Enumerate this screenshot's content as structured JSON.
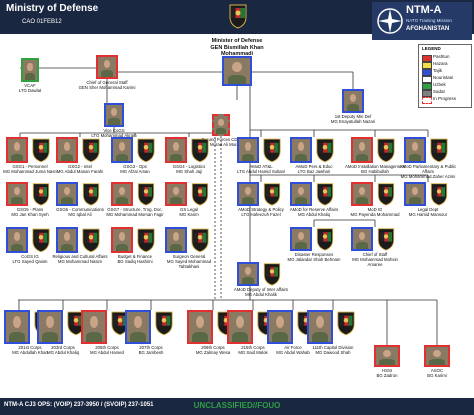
{
  "header": {
    "title": "Ministry of Defense",
    "subtitle": "CAO 01FEB12"
  },
  "ntm": {
    "title": "NTM-A",
    "subtitle": "NATO Training Mission",
    "country": "AFGHANISTAN"
  },
  "legend": {
    "title": "LEGEND",
    "items": [
      {
        "label": "Pashtun",
        "color": "#e03030"
      },
      {
        "label": "Hazara",
        "color": "#f0e040"
      },
      {
        "label": "Tajik",
        "color": "#2f4fd8"
      },
      {
        "label": "Nouristani",
        "color": "#ffffff"
      },
      {
        "label": "Uzbek",
        "color": "#30a040"
      },
      {
        "label": "Sadat",
        "color": "#808080"
      },
      {
        "label": "In Progress",
        "color": "#ffffff"
      }
    ]
  },
  "nodes": [
    {
      "id": "minister",
      "lines": [
        "Minister of Defense",
        "GEN Bismillah Khan Mohammadi"
      ],
      "ethnic": "Tajik"
    },
    {
      "id": "vcaf",
      "lines": [
        "VCAF",
        "LTG Dawlat"
      ],
      "ethnic": "Uzbek"
    },
    {
      "id": "chief",
      "lines": [
        "Chief of General Staff",
        "GEN Sher Mohammad Karimi"
      ],
      "ethnic": "Pashtun"
    },
    {
      "id": "vice",
      "lines": [
        "Vice CoGS",
        "LTG Mohammad Akram"
      ],
      "ethnic": "Tajik"
    },
    {
      "id": "gfc",
      "lines": [
        "Ground Forces CDR",
        "LTG Murad Ali Murad"
      ],
      "ethnic": "In Progress"
    },
    {
      "id": "deputy1",
      "lines": [
        "1st Deputy Min Def",
        "MG Enayatullah Nazari"
      ],
      "ethnic": "Tajik"
    },
    {
      "id": "gs1",
      "lines": [
        "GSG1 - Personnel",
        "MG Mohammad Juma Nasri"
      ],
      "ethnic": "Pashtun"
    },
    {
      "id": "gs2",
      "lines": [
        "GSG2 - Intel",
        "MG Abdul Manan Farahi"
      ],
      "ethnic": "Pashtun"
    },
    {
      "id": "gs3",
      "lines": [
        "GSG3 - Ops",
        "MG Afzal Aman"
      ],
      "ethnic": "Tajik"
    },
    {
      "id": "gs4",
      "lines": [
        "GSG4 - Logistics",
        "MG Shah Jaji"
      ],
      "ethnic": "Pashtun"
    },
    {
      "id": "gs5",
      "lines": [
        "GSG5 - Plans",
        "MG Jan Khan Syeh"
      ],
      "ethnic": "Pashtun"
    },
    {
      "id": "gs6",
      "lines": [
        "GSG6 - Communications",
        "MG Iqbal Ali"
      ],
      "ethnic": "Tajik"
    },
    {
      "id": "gs7",
      "lines": [
        "GSG7 - Structure, Trng, Doc.",
        "MG Mohammad Moman Fagir"
      ],
      "ethnic": "Pashtun"
    },
    {
      "id": "gsk",
      "lines": [
        "GS Legal",
        "MG Karim"
      ],
      "ethnic": "Pashtun"
    },
    {
      "id": "cogs_ig",
      "lines": [
        "CoGS IG",
        "LTG Sayed Qasim"
      ],
      "ethnic": "Tajik"
    },
    {
      "id": "religious",
      "lines": [
        "Religious and Cultural Affairs",
        "MG Mohammad Nasim"
      ],
      "ethnic": "Tajik"
    },
    {
      "id": "budget",
      "lines": [
        "Budget & Finance",
        "BG Sadiq Hashimi"
      ],
      "ethnic": "Pashtun"
    },
    {
      "id": "surgeon",
      "lines": [
        "Surgeon General",
        "MG Sayed Mohammad Tahtakhani"
      ],
      "ethnic": "Tajik"
    },
    {
      "id": "atkd",
      "lines": [
        "AMoD AT&L",
        "LTG Abdul Hamid Sultani"
      ],
      "ethnic": "Tajik"
    },
    {
      "id": "pers",
      "lines": [
        "AMoD Pers & Educ",
        "LTG Baz Jawhari"
      ],
      "ethnic": "Tajik"
    },
    {
      "id": "install",
      "lines": [
        "AMoD Installation Management",
        "BG Habibullah"
      ],
      "ethnic": "Pashtun"
    },
    {
      "id": "parl",
      "lines": [
        "AMoD Parliamentary & Public Affairs",
        "MG Mohammad Zaher Azimi"
      ],
      "ethnic": "Tajik"
    },
    {
      "id": "strat",
      "lines": [
        "AMoD Strategy & Policy",
        "LTG Hafeezuh Fazel"
      ],
      "ethnic": "Tajik"
    },
    {
      "id": "reserve",
      "lines": [
        "AMoD for Reserve Affairs",
        "MG Abdul Khaliq"
      ],
      "ethnic": "Tajik"
    },
    {
      "id": "moDig",
      "lines": [
        "MoD IG",
        "MG Payenda Mohammad"
      ],
      "ethnic": "Pashtun"
    },
    {
      "id": "legal",
      "lines": [
        "Legal Dept",
        "MG Hamid Mansour"
      ],
      "ethnic": "Tajik"
    },
    {
      "id": "disaster",
      "lines": [
        "Disaster Responses",
        "MG Jalandar Shah Behnam"
      ],
      "ethnic": "Tajik"
    },
    {
      "id": "chiefstaff",
      "lines": [
        "Chief of Staff",
        "MG Mohammad Mohsin Amaree"
      ],
      "ethnic": "Tajik"
    },
    {
      "id": "deputyint",
      "lines": [
        "AMoD Deputy of Inter affairs",
        "MG Abdul Khalik"
      ],
      "ethnic": "Tajik"
    },
    {
      "id": "c201",
      "lines": [
        "201st Corps",
        "MG Abdullah Khan"
      ],
      "ethnic": "Tajik"
    },
    {
      "id": "c203",
      "lines": [
        "203rd Corps",
        "MG Abdul Khaliq"
      ],
      "ethnic": "Tajik"
    },
    {
      "id": "c205",
      "lines": [
        "205th Corps",
        "MG Abdul Hamed"
      ],
      "ethnic": "Pashtun"
    },
    {
      "id": "c207",
      "lines": [
        "207th Corps",
        "BG Jambesh"
      ],
      "ethnic": "Tajik"
    },
    {
      "id": "c209",
      "lines": [
        "209th Corps",
        "MG Zalmay Wesa"
      ],
      "ethnic": "Pashtun"
    },
    {
      "id": "c215",
      "lines": [
        "215th Corps",
        "MG Said Malok"
      ],
      "ethnic": "Pashtun"
    },
    {
      "id": "af",
      "lines": [
        "Air Force",
        "MG Abdul Wahab"
      ],
      "ethnic": "Tajik"
    },
    {
      "id": "c111",
      "lines": [
        "111th Capitol Division",
        "MG Dawood Shah"
      ],
      "ethnic": "Tajik"
    },
    {
      "id": "hssi",
      "lines": [
        "HSSI",
        "BG Zadron"
      ],
      "ethnic": "Pashtun"
    },
    {
      "id": "asoc",
      "lines": [
        "ASOC",
        "BG Karimi"
      ],
      "ethnic": "Pashtun"
    }
  ],
  "footer": {
    "left": "NTM-A CJ3 OPS: (VOIP) 237-3950 / (SVOIP) 237-1051",
    "classification": "UNCLASSIFIED//FOUO"
  }
}
